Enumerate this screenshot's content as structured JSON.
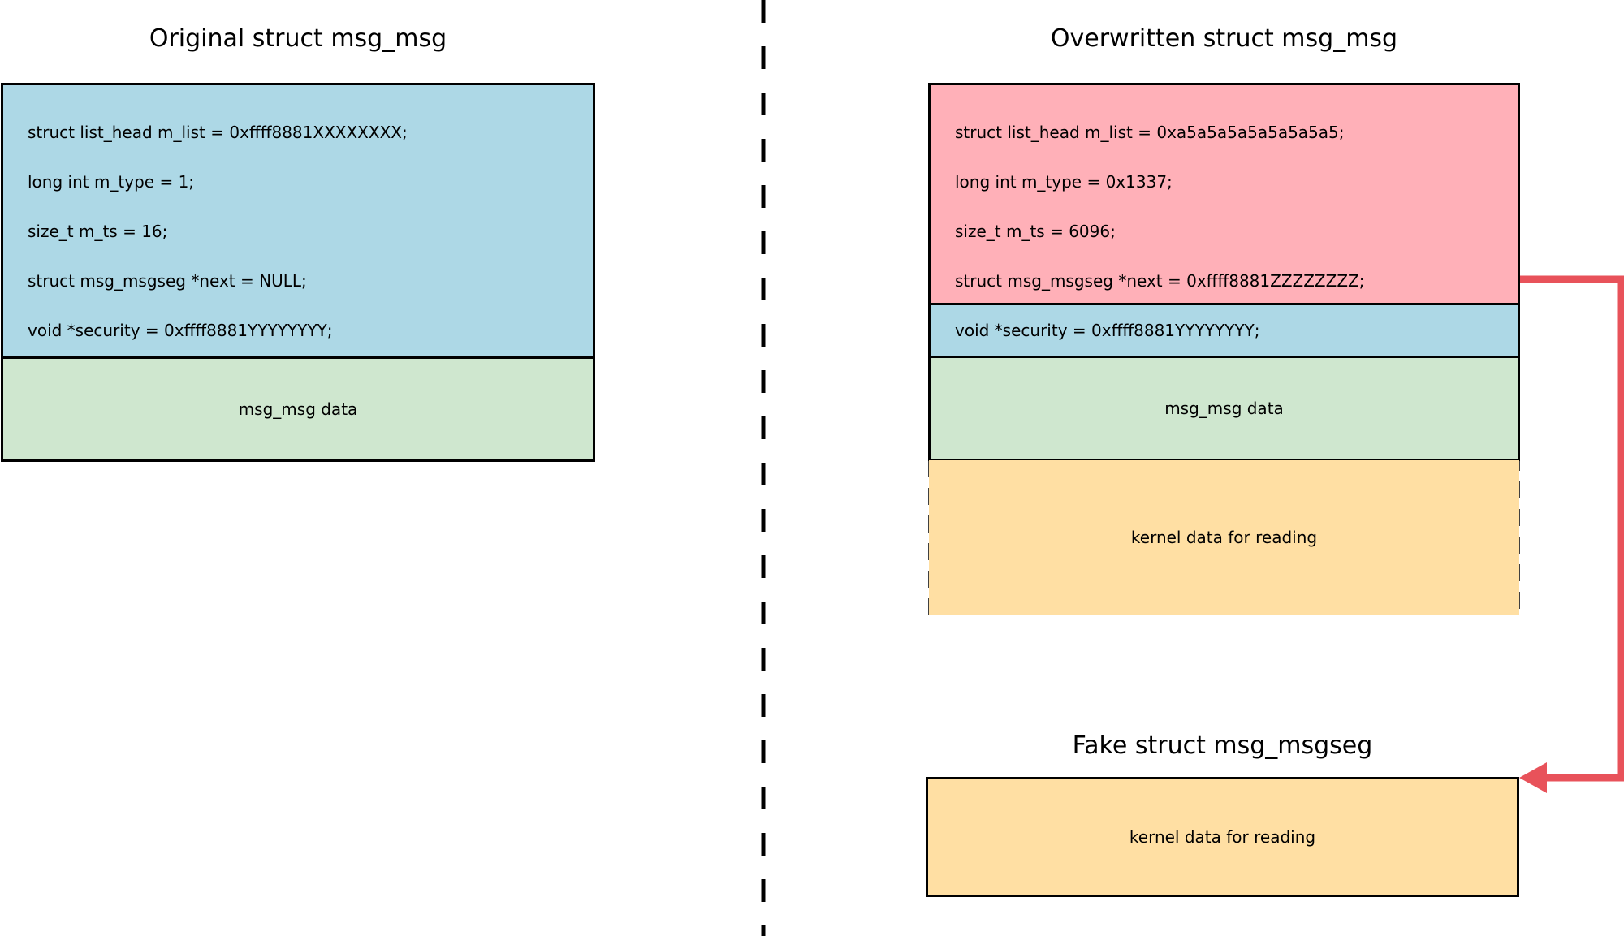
{
  "left": {
    "title": "Original struct msg_msg",
    "fields": [
      "struct list_head m_list = 0xffff8881XXXXXXXX;",
      "long int m_type = 1;",
      "size_t m_ts = 16;",
      "struct msg_msgseg *next = NULL;",
      "void *security = 0xffff8881YYYYYYYY;"
    ],
    "data_label": "msg_msg data"
  },
  "right": {
    "title": "Overwritten struct msg_msg",
    "overwritten_fields": [
      "struct list_head m_list = 0xa5a5a5a5a5a5a5a5;",
      "long int m_type = 0x1337;",
      "size_t m_ts = 6096;",
      "struct msg_msgseg *next = 0xffff8881ZZZZZZZZ;"
    ],
    "security_field": "void *security = 0xffff8881YYYYYYYY;",
    "data_label": "msg_msg data",
    "kernel_read_label": "kernel data for reading"
  },
  "fake": {
    "title": "Fake struct msg_msgseg",
    "kernel_read_label": "kernel data for reading"
  },
  "colors": {
    "struct_blue": "#ADD8E6",
    "data_green": "#CFE7CF",
    "overwritten_pink": "#FFB0B8",
    "kernel_orange": "#FFDFA3",
    "arrow_red": "#E8525A",
    "line_black": "#000000"
  }
}
